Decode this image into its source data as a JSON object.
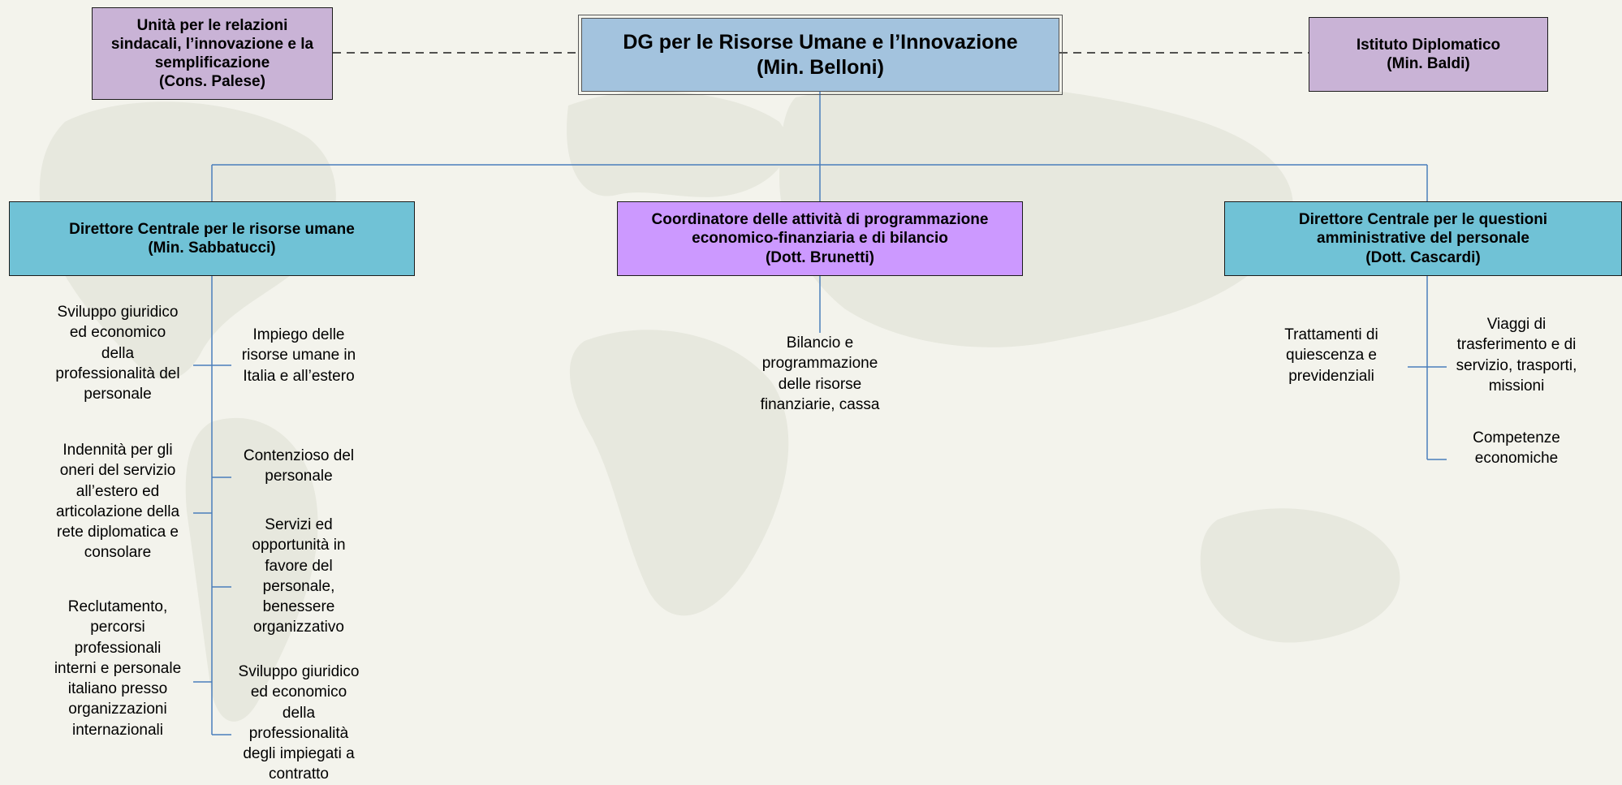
{
  "top": {
    "left": "Unità per le relazioni\nsindacali, l’innovazione e la\nsemplificazione\n(Cons. Palese)",
    "main": "DG per le Risorse Umane e l’Innovazione\n(Min. Belloni)",
    "right": "Istituto Diplomatico\n(Min. Baldi)"
  },
  "directors": {
    "left": "Direttore Centrale per le risorse umane\n(Min. Sabbatucci)",
    "center": "Coordinatore delle attività di programmazione\neconomico-finanziaria e di bilancio\n(Dott. Brunetti)",
    "right": "Direttore Centrale per le questioni\namministrative del personale\n(Dott. Cascardi)"
  },
  "left_units": [
    "Sviluppo giuridico\ned economico\ndella\nprofessionalità del\npersonale",
    "Indennità per gli\noneri del servizio\nall’estero ed\narticolazione della\nrete diplomatica e\nconsolare",
    "Reclutamento,\npercorsi\nprofessionali\ninterni e personale\nitaliano presso\norganizzazioni\ninternazionali",
    "Impiego delle\nrisorse umane in\nItalia e all’estero",
    "Contenzioso del\npersonale",
    "Servizi ed\nopportunità in\nfavore del\npersonale,\nbenessere\norganizzativo",
    "Sviluppo giuridico\ned economico\ndella\nprofessionalità\ndegli impiegati a\ncontratto"
  ],
  "center_units": [
    "Bilancio e\nprogrammazione\ndelle risorse\nfinanziarie, cassa"
  ],
  "right_units": [
    "Trattamenti di\nquiescenza e\nprevidenziali",
    "Viaggi di\ntrasferimento e di\nservizio, trasporti,\nmissioni",
    "Competenze\neconomiche"
  ],
  "colors": {
    "line": "#4a7ebb",
    "main_box": "#a3c3de",
    "staff_box": "#c9b3d6",
    "coordinator_box": "#cc99ff",
    "director_box": "#70c2d6"
  }
}
